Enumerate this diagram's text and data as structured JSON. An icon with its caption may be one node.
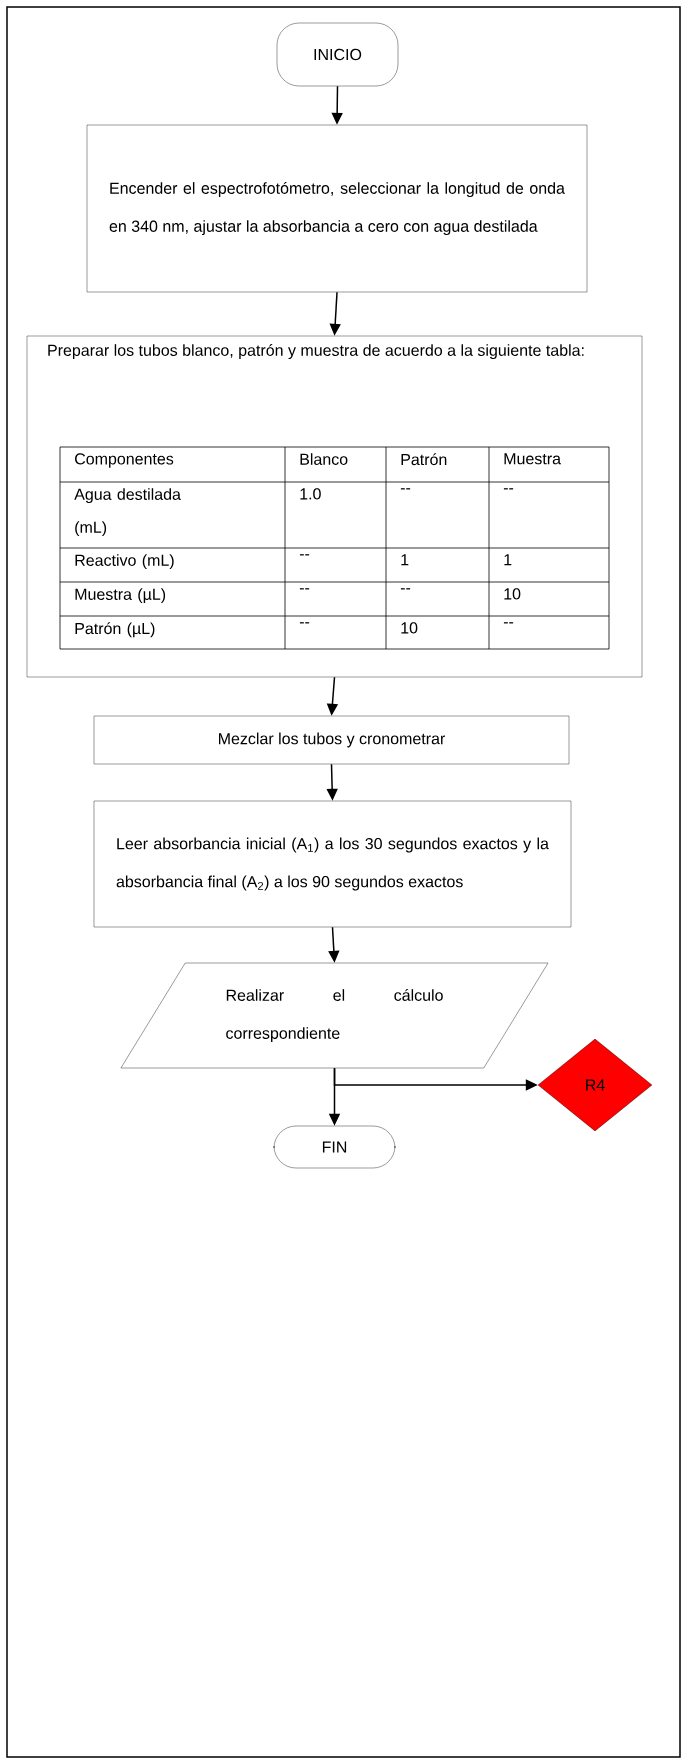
{
  "diagram": {
    "nodes": [
      {
        "text": [
          "INICIO"
        ]
      },
      {
        "text": [
          "Encender el espectrofotómetro, seleccionar la longitud de onda en 340 nm, ajustar la absorbancia a cero con agua destilada"
        ]
      },
      {
        "text": [
          "Preparar los tubos blanco, patrón y muestra de acuerdo a la siguiente tabla:"
        ]
      },
      {
        "text": [
          "Mezclar los tubos y cronometrar"
        ]
      },
      {
        "text": [
          "Leer absorbancia inicial (A$_{1}$) a los 30 segundos exactos y la absorbancia final (A$_{2}$) a los 90 segundos exactos"
        ]
      },
      {
        "text": [
          "Realizar el cálculo correspondiente"
        ]
      },
      {
        "text": [
          "R4"
        ]
      },
      {
        "text": [
          "FIN"
        ]
      }
    ],
    "edges": [
      {
        "from": 0,
        "to": 1,
        "arrow": "to"
      },
      {
        "from": 1,
        "to": 2,
        "arrow": "to"
      },
      {
        "from": 2,
        "to": 3,
        "arrow": "to"
      },
      {
        "from": 3,
        "to": 4,
        "arrow": "to"
      },
      {
        "from": 4,
        "to": 5,
        "arrow": "to"
      },
      {
        "from": 5,
        "to": 6,
        "arrow": "to"
      },
      {
        "from": 5,
        "to": 7,
        "arrow": "to"
      }
    ],
    "labels": [
      "Componentes",
      "Blanco",
      "Patrón",
      "Muestra",
      "Agua destilada (mL)",
      "1.0",
      "--",
      "--",
      "Reactivo (mL)",
      "--",
      "1",
      "1",
      "Muestra (µL)",
      "--",
      "--",
      "10",
      "Patrón (µL)",
      "--",
      "10",
      "--"
    ]
  }
}
